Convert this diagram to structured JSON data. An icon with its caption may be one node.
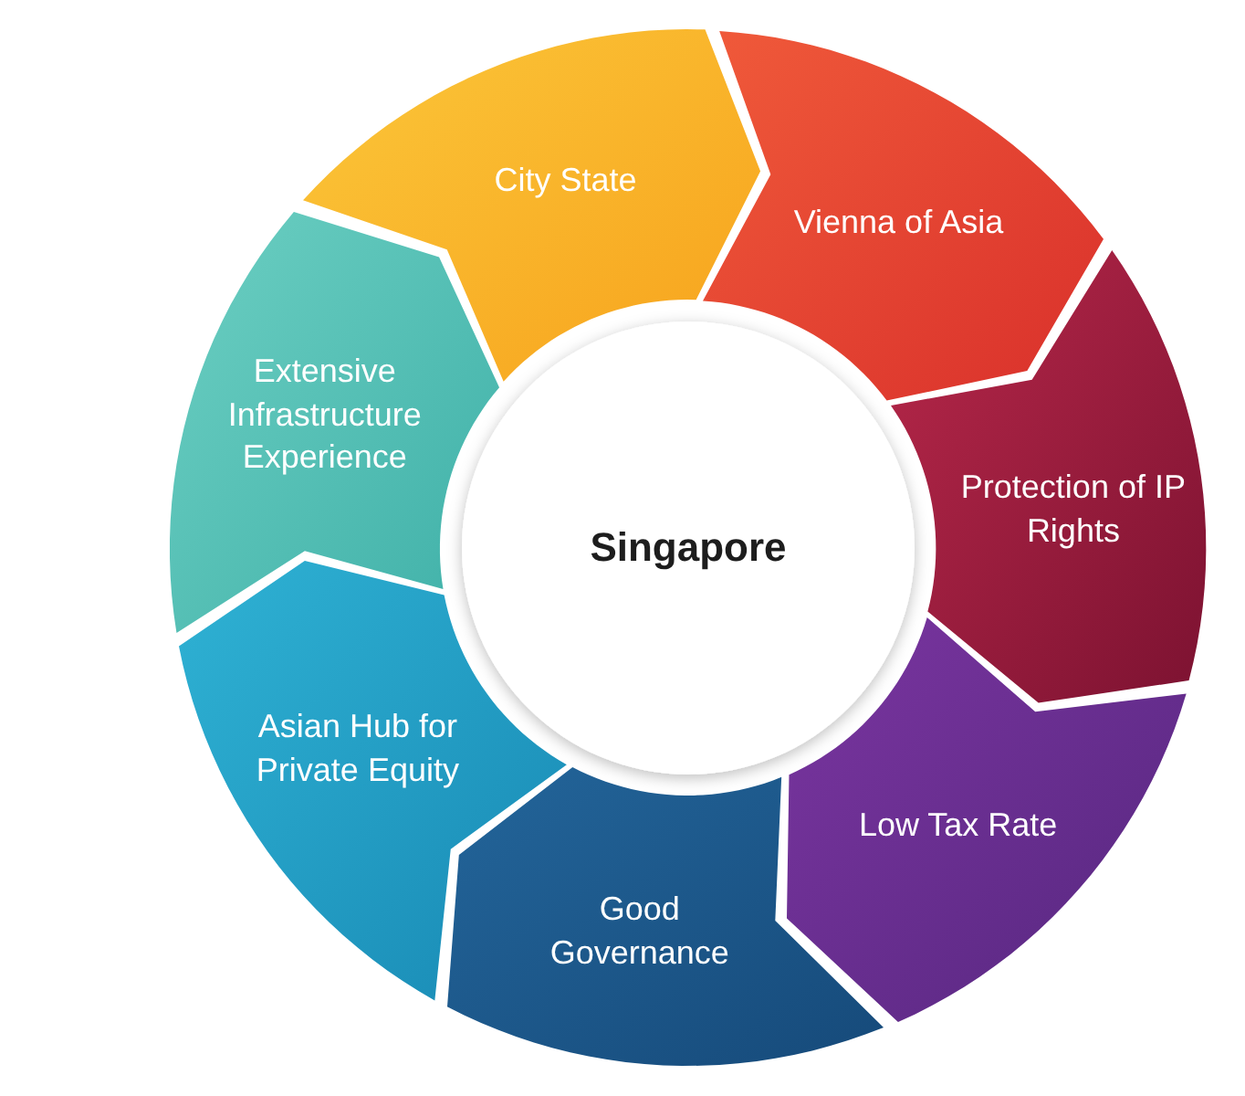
{
  "diagram": {
    "nodes": [
      {
        "text": [
          "Singapore"
        ]
      },
      {
        "text": [
          "City State"
        ]
      },
      {
        "text": [
          "Vienna of Asia"
        ]
      },
      {
        "text": [
          "Protection of IP Rights"
        ]
      },
      {
        "text": [
          "Low Tax Rate"
        ]
      },
      {
        "text": [
          "Good Governance"
        ]
      },
      {
        "text": [
          "Asian Hub for Private Equity"
        ]
      },
      {
        "text": [
          "Extensive Infrastructure Experience"
        ]
      }
    ]
  }
}
